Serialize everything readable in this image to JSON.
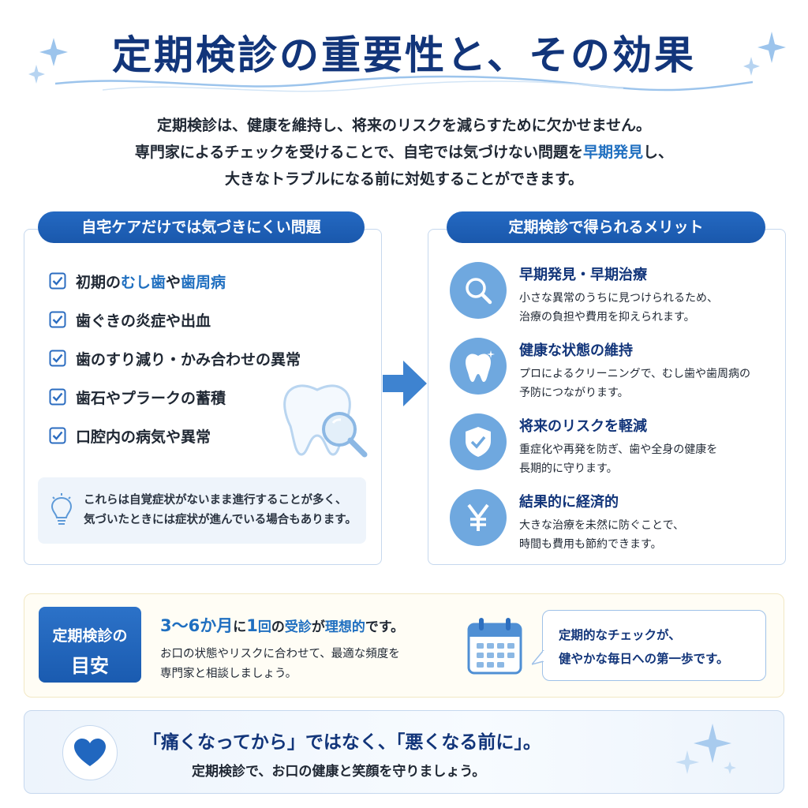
{
  "title": "定期検診の重要性と、その効果",
  "intro": {
    "line1": "定期検診は、健康を維持し、将来のリスクを減らすために欠かせません。",
    "line2_before": "専門家によるチェックを受けることで、自宅では気づけない問題を",
    "line2_highlight": "早期発見",
    "line2_after": "し、",
    "line3": "大きなトラブルになる前に対処することができます。"
  },
  "left_panel": {
    "header": "自宅ケアだけでは気づきにくい問題",
    "item1": {
      "pre": "初期の",
      "hl1": "むし歯",
      "mid": "や",
      "hl2": "歯周病"
    },
    "item2": "歯ぐきの炎症や出血",
    "item3": "歯のすり減り・かみ合わせの異常",
    "item4": "歯石やプラークの蓄積",
    "item5": "口腔内の病気や異常",
    "note_line1": "これらは自覚症状がないまま進行することが多く、",
    "note_line2": "気づいたときには症状が進んでいる場合もあります。"
  },
  "right_panel": {
    "header": "定期検診で得られるメリット",
    "merits": [
      {
        "icon": "magnifier-icon",
        "title": "早期発見・早期治療",
        "desc1": "小さな異常のうちに見つけられるため、",
        "desc2": "治療の負担や費用を抑えられます。"
      },
      {
        "icon": "tooth-icon",
        "title": "健康な状態の維持",
        "desc1": "プロによるクリーニングで、むし歯や歯周病の",
        "desc2": "予防につながります。"
      },
      {
        "icon": "shield-check-icon",
        "title": "将来のリスクを軽減",
        "desc1": "重症化や再発を防ぎ、歯や全身の健康を",
        "desc2": "長期的に守ります。"
      },
      {
        "icon": "yen-icon",
        "title": "結果的に経済的",
        "desc1": "大きな治療を未然に防ぐことで、",
        "desc2": "時間も費用も節約できます。"
      }
    ]
  },
  "guide": {
    "badge_line1": "定期検診の",
    "badge_line2": "目安",
    "main_a": "3〜6か月",
    "main_b": "に",
    "main_c": "1",
    "main_d": "回",
    "main_e": "の",
    "main_f": "受診",
    "main_g": "が",
    "main_h": "理想的",
    "main_i": "です。",
    "sub_line1": "お口の状態やリスクに合わせて、最適な頻度を",
    "sub_line2": "専門家と相談しましょう。",
    "bubble_line1": "定期的なチェックが、",
    "bubble_line2": "健やかな毎日への第一歩です。"
  },
  "footer": {
    "headline": "「痛くなってから」ではなく、「悪くなる前に」。",
    "sub": "定期検診で、お口の健康と笑顔を守りましょう。"
  },
  "colors": {
    "navy": "#12357a",
    "accent_blue": "#1f6fc0",
    "icon_blue": "#6fa8df",
    "panel_border": "#c6d8ee"
  }
}
